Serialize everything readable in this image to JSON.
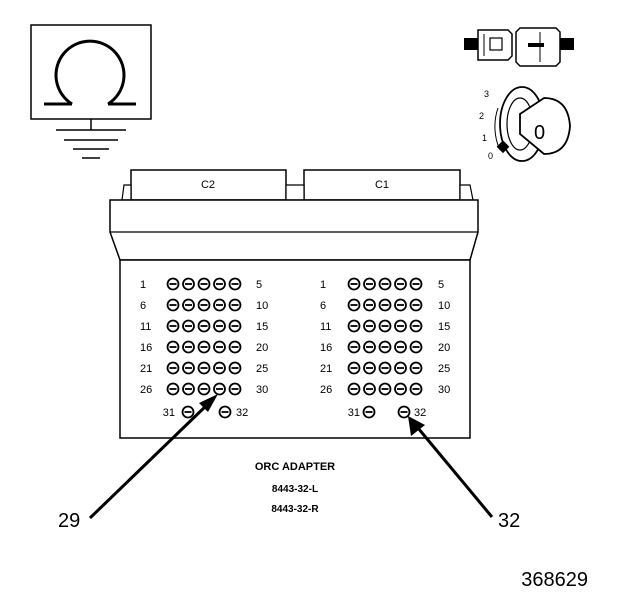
{
  "connectors": {
    "left": {
      "name": "C2",
      "row_labels": [
        {
          "start": "1",
          "end": "5"
        },
        {
          "start": "6",
          "end": "10"
        },
        {
          "start": "11",
          "end": "15"
        },
        {
          "start": "16",
          "end": "20"
        },
        {
          "start": "21",
          "end": "25"
        },
        {
          "start": "26",
          "end": "30"
        }
      ],
      "extra_left": "31",
      "extra_right": "32"
    },
    "right": {
      "name": "C1",
      "row_labels": [
        {
          "start": "1",
          "end": "5"
        },
        {
          "start": "6",
          "end": "10"
        },
        {
          "start": "11",
          "end": "15"
        },
        {
          "start": "16",
          "end": "20"
        },
        {
          "start": "21",
          "end": "25"
        },
        {
          "start": "26",
          "end": "30"
        }
      ],
      "extra_left": "31",
      "extra_right": "32"
    }
  },
  "adapter": {
    "title": "ORC ADAPTER",
    "part_left": "8443-32-L",
    "part_right": "8443-32-R"
  },
  "callouts": {
    "left": "29",
    "right": "32"
  },
  "ignition": {
    "positions": [
      "3",
      "2",
      "1",
      "0"
    ],
    "key_label": "0"
  },
  "figure_number": "368629",
  "icons": [
    "ohmmeter-icon",
    "ground-icon",
    "connector-icon",
    "ignition-key-icon"
  ]
}
